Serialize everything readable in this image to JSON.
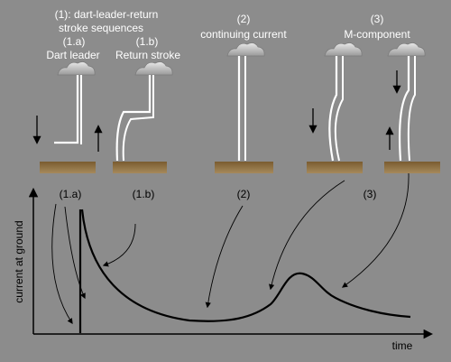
{
  "labels": {
    "group1_line1": "(1): dart-leader-return",
    "group1_line2": "stroke sequences",
    "sub_1a": "(1.a)",
    "sub_1b": "(1.b)",
    "dart_leader": "Dart leader",
    "return_stroke": "Return stroke",
    "group2_num": "(2)",
    "group2_name": "continuing current",
    "group3_num": "(3)",
    "group3_name": "M-component"
  },
  "graph": {
    "y_axis_label": "current at ground",
    "x_axis_label": "time",
    "refs": [
      "(1.a)",
      "(1.b)",
      "(2)",
      "(3)"
    ]
  },
  "colors": {
    "background": "#8c8c8c",
    "channel": "#ffffff",
    "ground": "#8a6a3c",
    "cloud": "#d4d4d4",
    "curve": "#000000"
  },
  "icons": [
    "cloud-icon",
    "down-arrow-icon",
    "up-arrow-icon",
    "ground-strip"
  ]
}
